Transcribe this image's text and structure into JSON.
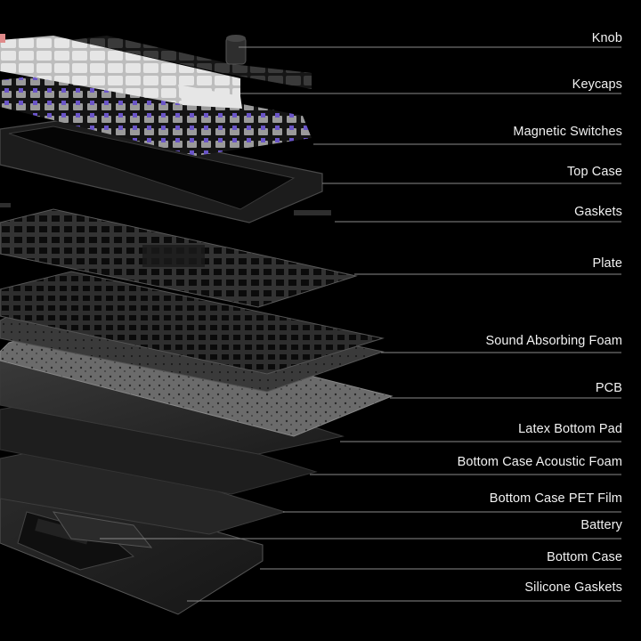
{
  "labels": {
    "knob": "Knob",
    "keycaps": "Keycaps",
    "switches": "Magnetic Switches",
    "top_case": "Top Case",
    "gaskets": "Gaskets",
    "plate": "Plate",
    "sound_foam": "Sound Absorbing Foam",
    "pcb": "PCB",
    "latex_pad": "Latex Bottom Pad",
    "acoustic_foam": "Bottom Case Acoustic Foam",
    "pet_film": "Bottom Case PET Film",
    "battery": "Battery",
    "bottom_case": "Bottom Case",
    "silicone_gaskets": "Silicone Gaskets"
  },
  "colors": {
    "background": "#000000",
    "leader_line": "#8a8a8a",
    "label_text": "#f2f2f2",
    "switch_accent": "#6a55c8",
    "keycap_light": "#d9d9d9",
    "keycap_dark": "#2b2b2b",
    "knob_accent": "#e08a8a"
  }
}
